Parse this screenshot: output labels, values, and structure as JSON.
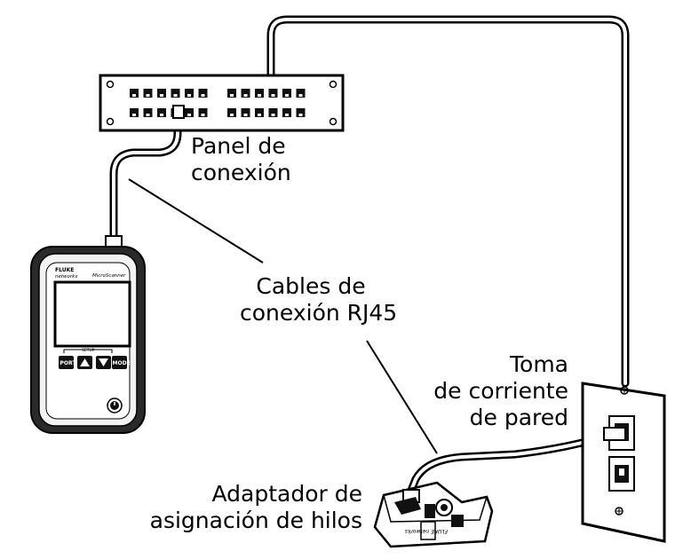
{
  "labels": {
    "patch_panel": [
      "Panel de",
      "conexión"
    ],
    "patch_cords": [
      "Cables de",
      "conexión RJ45"
    ],
    "wall_jack": [
      "Toma",
      "de corriente",
      "de pared"
    ],
    "wiremap_adapter": [
      "Adaptador de",
      "asignación de hilos"
    ]
  },
  "tester": {
    "brand_top": "FLUKE",
    "brand_sub": "networks",
    "model": "MicroScanner",
    "setup_label": "SETUP",
    "buttons": [
      "PORT",
      "▲",
      "▼",
      "MODE"
    ]
  },
  "adapter_brand": "FLUKE networks"
}
